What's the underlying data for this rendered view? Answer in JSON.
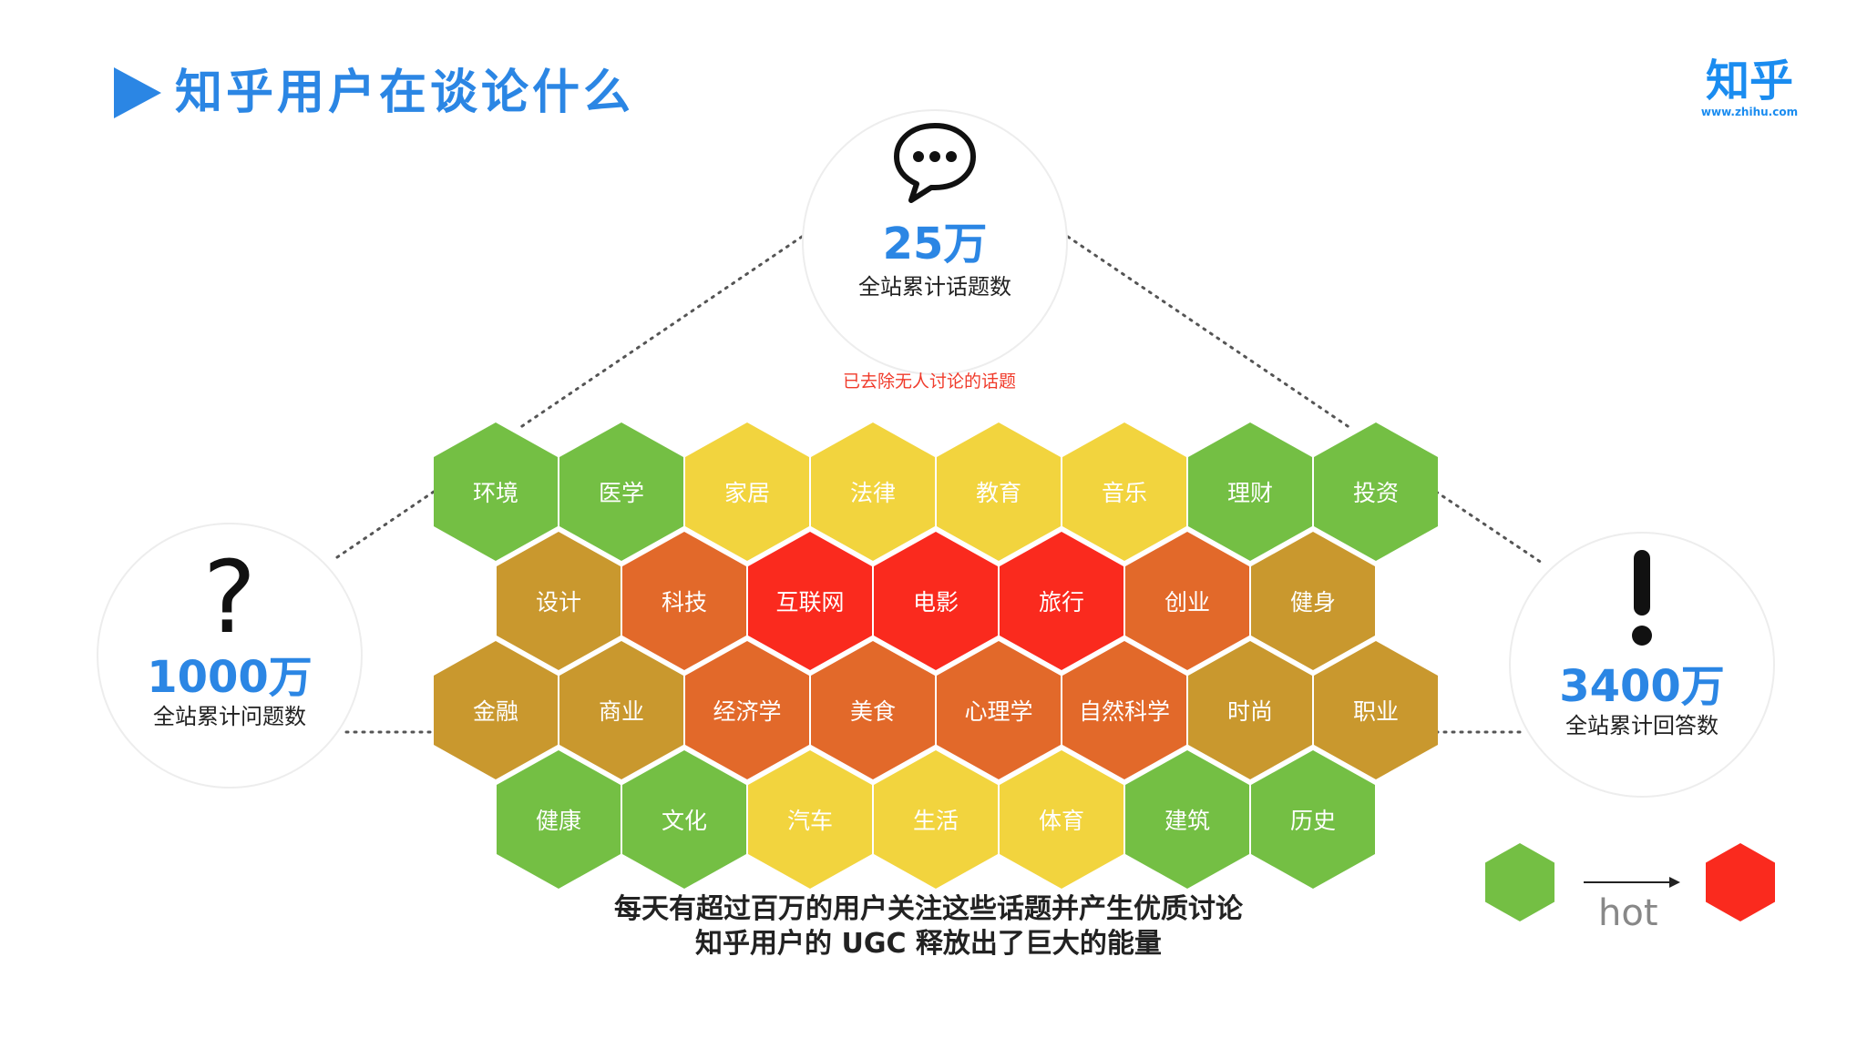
{
  "header": {
    "title": "知乎用户在谈论什么"
  },
  "logo": {
    "mark": "知乎",
    "url": "www.zhihu.com",
    "color": "#1a8cf0"
  },
  "stats": {
    "topics": {
      "value": "25万",
      "label": "全站累计话题数",
      "icon": "speech-bubble-icon"
    },
    "questions": {
      "value": "1000万",
      "label": "全站累计问题数",
      "icon": "question-mark-icon"
    },
    "answers": {
      "value": "3400万",
      "label": "全站累计回答数",
      "icon": "exclamation-mark-icon"
    }
  },
  "note": "已去除无人讨论的话题",
  "palette": {
    "green": "#74bf44",
    "yellow": "#f2d43e",
    "olive": "#c9982e",
    "orange": "#e2692a",
    "red": "#fa2a1e",
    "accent": "#2b86e4"
  },
  "hex_rows": [
    [
      {
        "label": "环境",
        "heat": "green"
      },
      {
        "label": "医学",
        "heat": "green"
      },
      {
        "label": "家居",
        "heat": "yellow"
      },
      {
        "label": "法律",
        "heat": "yellow"
      },
      {
        "label": "教育",
        "heat": "yellow"
      },
      {
        "label": "音乐",
        "heat": "yellow"
      },
      {
        "label": "理财",
        "heat": "green"
      },
      {
        "label": "投资",
        "heat": "green"
      }
    ],
    [
      {
        "label": "设计",
        "heat": "olive"
      },
      {
        "label": "科技",
        "heat": "orange"
      },
      {
        "label": "互联网",
        "heat": "red"
      },
      {
        "label": "电影",
        "heat": "red"
      },
      {
        "label": "旅行",
        "heat": "red"
      },
      {
        "label": "创业",
        "heat": "orange"
      },
      {
        "label": "健身",
        "heat": "olive"
      }
    ],
    [
      {
        "label": "金融",
        "heat": "olive"
      },
      {
        "label": "商业",
        "heat": "olive"
      },
      {
        "label": "经济学",
        "heat": "orange"
      },
      {
        "label": "美食",
        "heat": "orange"
      },
      {
        "label": "心理学",
        "heat": "orange"
      },
      {
        "label": "自然科学",
        "heat": "orange"
      },
      {
        "label": "时尚",
        "heat": "olive"
      },
      {
        "label": "职业",
        "heat": "olive"
      }
    ],
    [
      {
        "label": "健康",
        "heat": "green"
      },
      {
        "label": "文化",
        "heat": "green"
      },
      {
        "label": "汽车",
        "heat": "yellow"
      },
      {
        "label": "生活",
        "heat": "yellow"
      },
      {
        "label": "体育",
        "heat": "yellow"
      },
      {
        "label": "建筑",
        "heat": "green"
      },
      {
        "label": "历史",
        "heat": "green"
      }
    ]
  ],
  "footer": {
    "line1": "每天有超过百万的用户关注这些话题并产生优质讨论",
    "line2": "知乎用户的 UGC 释放出了巨大的能量"
  },
  "legend": {
    "label": "hot",
    "from": "green",
    "to": "red"
  }
}
